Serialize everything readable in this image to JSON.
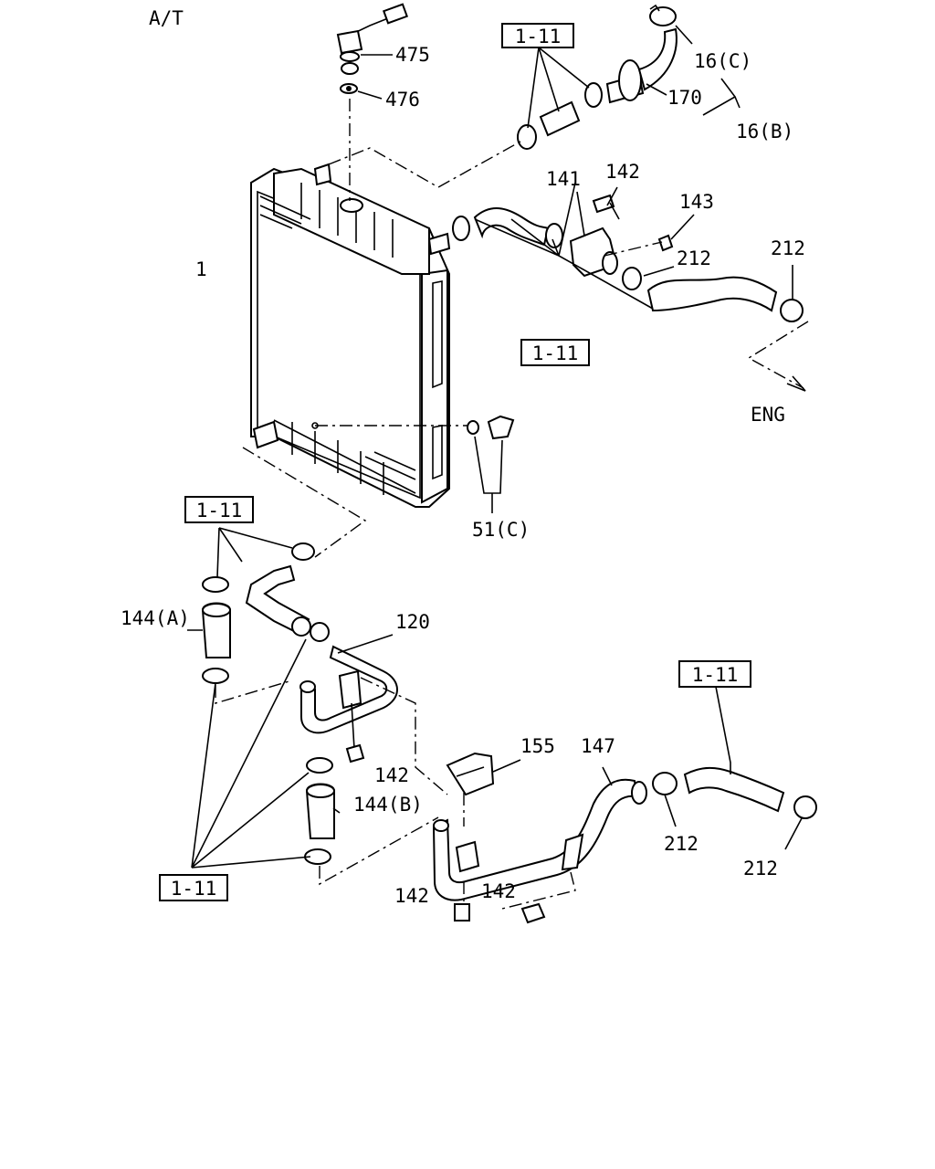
{
  "header": {
    "variant": "A/T"
  },
  "direction": {
    "eng": "ENG"
  },
  "callouts": {
    "p475": "475",
    "p476": "476",
    "p1": "1",
    "p16c": "16(C)",
    "p170": "170",
    "p16b": "16(B)",
    "p141": "141",
    "p142a": "142",
    "p143": "143",
    "p212a": "212",
    "p212b": "212",
    "p51c": "51(C)",
    "p144a": "144(A)",
    "p120": "120",
    "p155": "155",
    "p147": "147",
    "p142b": "142",
    "p144b": "144(B)",
    "p212c": "212",
    "p212d": "212",
    "p142c": "142",
    "p142d": "142"
  },
  "ref_boxes": {
    "r1": "1-11",
    "r2": "1-11",
    "r3": "1-11",
    "r4": "1-11",
    "r5": "1-11"
  }
}
